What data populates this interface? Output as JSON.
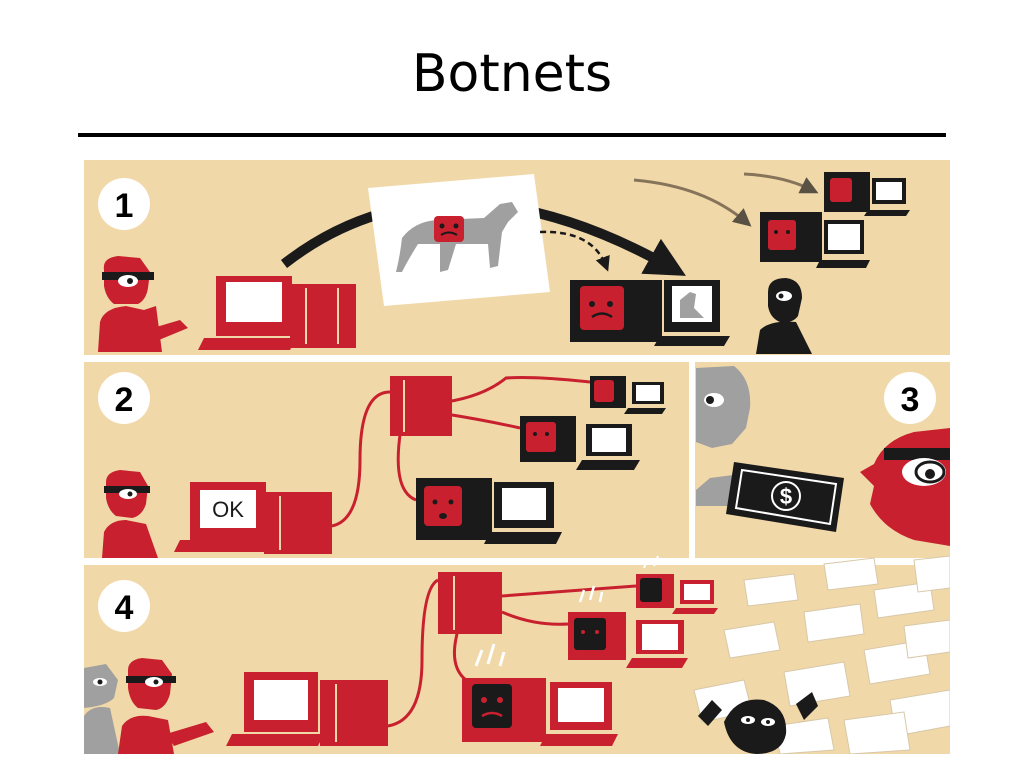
{
  "slide": {
    "title": "Botnets"
  },
  "illustration": {
    "panels": [
      {
        "number": "1"
      },
      {
        "number": "2",
        "screen_text": "OK"
      },
      {
        "number": "3",
        "money_symbol": "$"
      },
      {
        "number": "4"
      }
    ],
    "colors": {
      "background": "#f0d8a8",
      "accent": "#c8202e",
      "ink": "#1a1a1a",
      "gray": "#a0a0a0",
      "white": "#ffffff"
    }
  }
}
